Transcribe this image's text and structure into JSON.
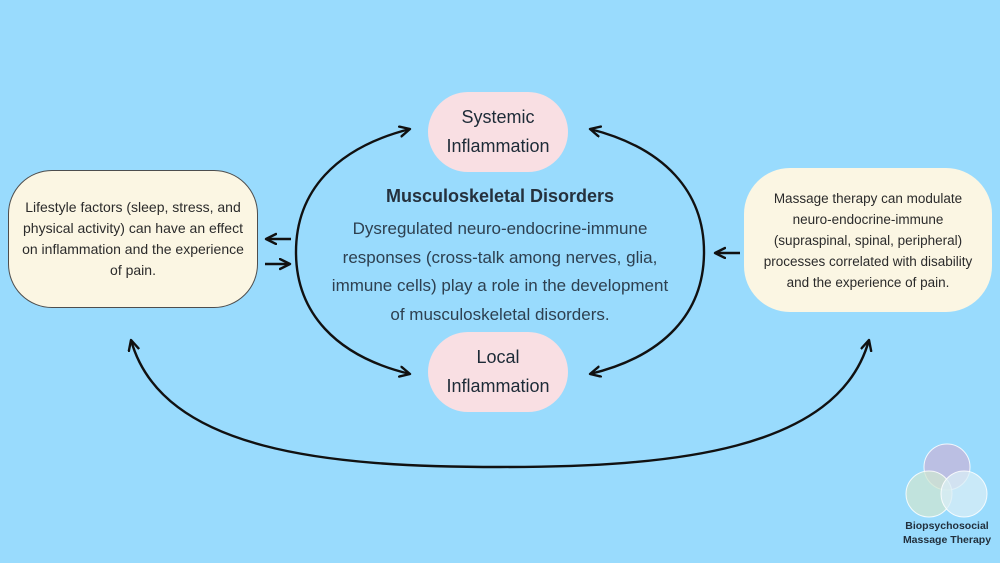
{
  "colors": {
    "background": "#99dbfd",
    "pill_pink": "#f9dfe3",
    "box_cream": "#fbf6e3",
    "box_border": "#4d4d4d",
    "title_text": "#25313d",
    "body_text": "#2e4050",
    "arrow": "#111111",
    "logo_circle_top": "#c3b8dc",
    "logo_circle_left": "#cfe6d2",
    "logo_circle_right": "#d9eef6"
  },
  "center": {
    "title": "Musculoskeletal Disorders",
    "lines": [
      "Dysregulated neuro-endocrine-immune",
      "responses (cross-talk among nerves, glia,",
      "immune cells) play a role in the development",
      "of musculoskeletal disorders."
    ]
  },
  "systemic_pill": {
    "lines": [
      "Systemic",
      "Inflammation"
    ]
  },
  "local_pill": {
    "lines": [
      "Local",
      "Inflammation"
    ]
  },
  "left_box": {
    "lines": [
      "Lifestyle factors (sleep, stress, and",
      "physical activity) can have an effect",
      "on inflammation and the experience",
      "of pain."
    ]
  },
  "right_box": {
    "lines": [
      "Massage therapy can modulate",
      "neuro-endocrine-immune",
      "(supraspinal, spinal, peripheral)",
      "processes correlated with disability",
      "and the experience of pain."
    ]
  },
  "logo": {
    "lines": [
      "Biopsychosocial",
      "Massage Therapy"
    ]
  }
}
